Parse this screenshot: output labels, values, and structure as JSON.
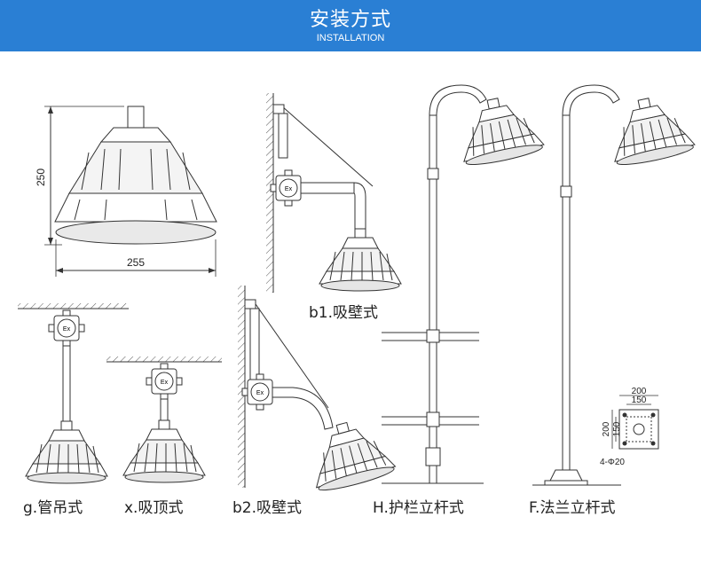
{
  "header": {
    "title": "安装方式",
    "subtitle": "INSTALLATION",
    "bg_color": "#2a7fd4"
  },
  "dimensions": {
    "height": "250",
    "width": "255",
    "flange_outer_w": "200",
    "flange_inner_w": "150",
    "flange_outer_h": "200",
    "flange_inner_h": "150",
    "hole_spec": "4-Φ20"
  },
  "captions": {
    "b1": "b1.吸壁式",
    "g": "g.管吊式",
    "x": "x.吸顶式",
    "b2": "b2.吸壁式",
    "h": "H.护栏立杆式",
    "f": "F.法兰立杆式"
  },
  "box_label": "Ex"
}
